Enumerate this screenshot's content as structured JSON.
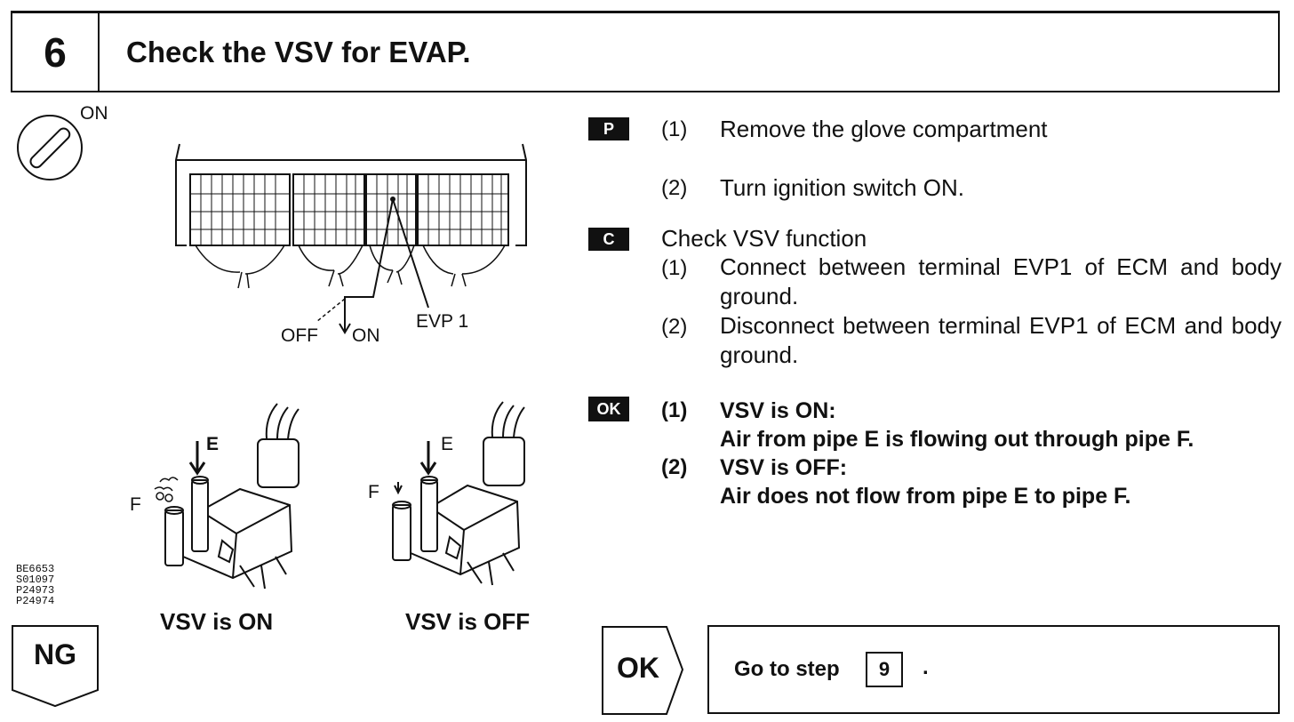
{
  "header": {
    "step_number": "6",
    "title": "Check the VSV for EVAP."
  },
  "figure": {
    "ignition_label": "ON",
    "switch_off_label": "OFF",
    "switch_on_label": "ON",
    "terminal_label": "EVP 1",
    "pipe_e_label": "E",
    "pipe_f_label": "F",
    "caption_on": "VSV is ON",
    "caption_off": "VSV is OFF",
    "figure_codes": "BE6653\nS01097\nP24973\nP24974"
  },
  "prep": {
    "badge": "P",
    "items": [
      {
        "num": "(1)",
        "text": "Remove the glove compartment"
      },
      {
        "num": "(2)",
        "text": "Turn ignition switch ON."
      }
    ]
  },
  "check": {
    "badge": "C",
    "heading": "Check VSV function",
    "items": [
      {
        "num": "(1)",
        "text": "Connect between terminal EVP1 of ECM and body ground."
      },
      {
        "num": "(2)",
        "text": "Disconnect between terminal EVP1 of ECM and body ground."
      }
    ]
  },
  "ok_criteria": {
    "badge": "OK",
    "items": [
      {
        "num": "(1)",
        "title": "VSV is ON:",
        "text": "Air from pipe E is flowing out through pipe F."
      },
      {
        "num": "(2)",
        "title": "VSV is OFF:",
        "text": "Air does not flow from pipe E to pipe F."
      }
    ]
  },
  "ng_label": "NG",
  "ok_result": {
    "label": "OK",
    "goto_prefix": "Go to step",
    "goto_step": "9",
    "goto_suffix": "."
  }
}
